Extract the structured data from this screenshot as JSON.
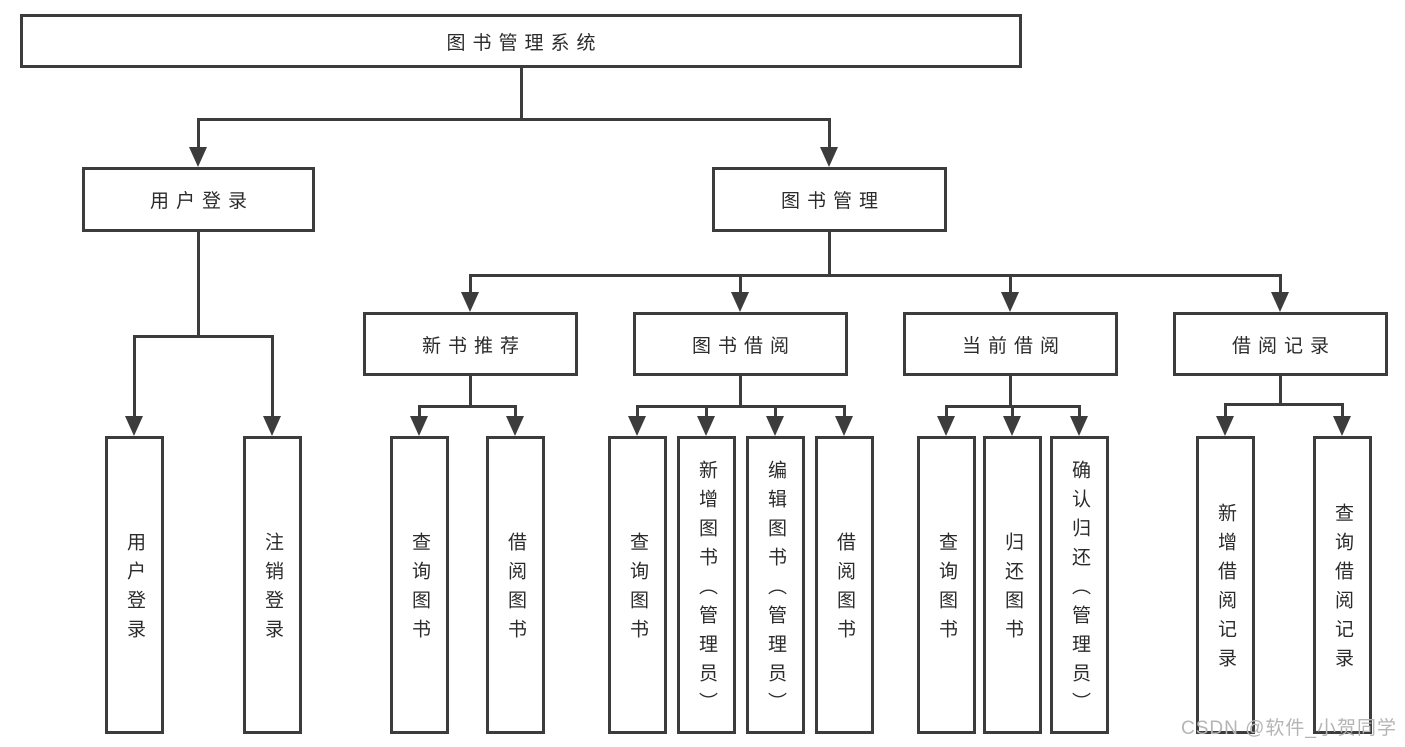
{
  "tree": {
    "label": "图书管理系统",
    "children": [
      {
        "label": "用户登录",
        "children": [
          {
            "label": "用户登录"
          },
          {
            "label": "注销登录"
          }
        ]
      },
      {
        "label": "图书管理",
        "children": [
          {
            "label": "新书推荐",
            "children": [
              {
                "label": "查询图书"
              },
              {
                "label": "借阅图书"
              }
            ]
          },
          {
            "label": "图书借阅",
            "children": [
              {
                "label": "查询图书"
              },
              {
                "label": "新增图书（管理员）"
              },
              {
                "label": "编辑图书（管理员）"
              },
              {
                "label": "借阅图书"
              }
            ]
          },
          {
            "label": "当前借阅",
            "children": [
              {
                "label": "查询图书"
              },
              {
                "label": "归还图书"
              },
              {
                "label": "确认归还（管理员）"
              }
            ]
          },
          {
            "label": "借阅记录",
            "children": [
              {
                "label": "新增借阅记录"
              },
              {
                "label": "查询借阅记录"
              }
            ]
          }
        ]
      }
    ]
  },
  "watermark": {
    "text": "CSDN @软件_小贺同学"
  },
  "colors": {
    "line": "#3c3c3c",
    "text": "#2b2b2b",
    "background": "#ffffff",
    "watermark": "#b5b5b5"
  }
}
